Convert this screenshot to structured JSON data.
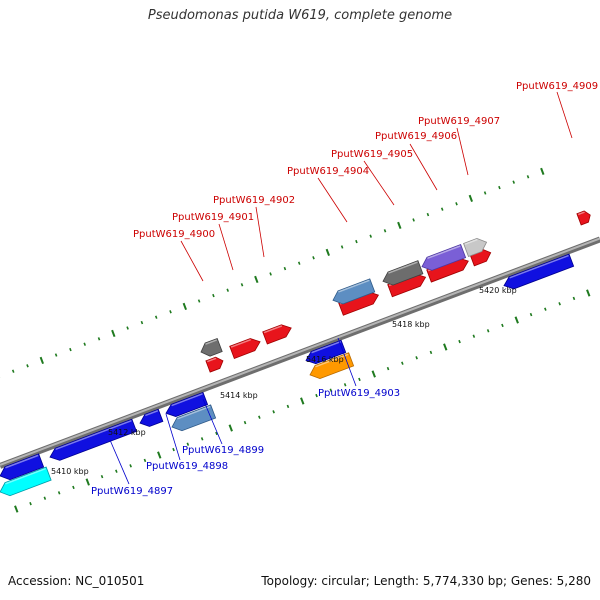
{
  "title": "Pseudomonas putida W619, complete genome",
  "footer": {
    "accession": "Accession: NC_010501",
    "summary": "Topology: circular; Length: 5,774,330 bp; Genes: 5,280"
  },
  "colors": {
    "backbone": "#8a8a8a",
    "tick": "#1f7a1f",
    "forward_label": "#cc0000",
    "reverse_label": "#0000cc"
  },
  "scale_labels": [
    "5410 kbp",
    "5412 kbp",
    "5414 kbp",
    "5416 kbp",
    "5418 kbp",
    "5420 kbp"
  ],
  "gene_labels": {
    "forward": [
      "PputW619_4900",
      "PputW619_4901",
      "PputW619_4902",
      "PputW619_4904",
      "PputW619_4905",
      "PputW619_4906",
      "PputW619_4907",
      "PputW619_4909"
    ],
    "reverse": [
      "PputW619_4897",
      "PputW619_4898",
      "PputW619_4899",
      "PputW619_4903"
    ]
  }
}
